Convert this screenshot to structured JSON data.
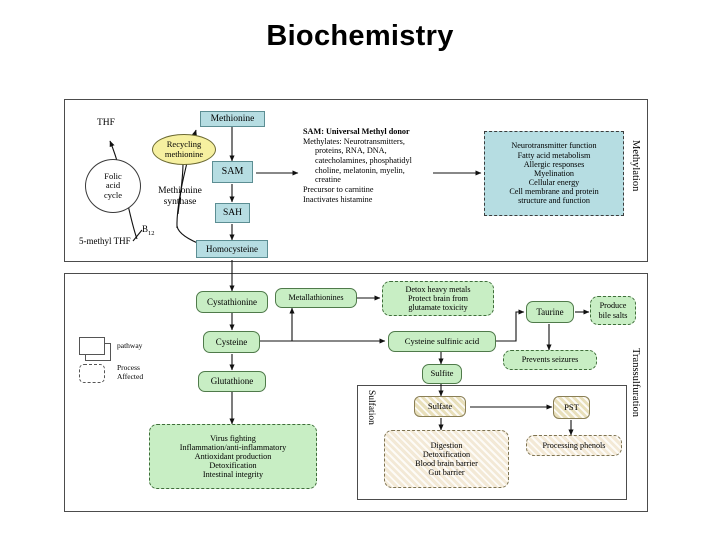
{
  "slide": {
    "title": "Biochemistry"
  },
  "colors": {
    "blue_node": "#b6dde2",
    "green_node": "#c8eec4",
    "tan_node": "#e8dfba",
    "yellow_node": "#f6f0a0",
    "panel_border": "#4c4c4c",
    "background": "#ffffff"
  },
  "legend": {
    "pathway_label": "pathway",
    "process_affected_label": "Process\nAffected",
    "process_affected_line1": "Process",
    "process_affected_line2": "Affected"
  },
  "sections": {
    "methylation_label": "Methylation",
    "transsulfuration_label": "Transsulfuration",
    "sulfation_label": "Sulfation"
  },
  "methylation": {
    "nodes": {
      "methionine": "Methionine",
      "sam": "SAM",
      "sah": "SAH",
      "homocysteine": "Homocysteine",
      "recycling_methionine_line1": "Recycling",
      "recycling_methionine_line2": "methionine",
      "folic_acid_cycle_line1": "Folic",
      "folic_acid_cycle_line2": "acid",
      "folic_acid_cycle_line3": "cycle"
    },
    "labels": {
      "thf": "THF",
      "five_methyl_thf": "5-methyl THF",
      "b12": "B",
      "b12_sub": "12",
      "methionine_synthase_line1": "Methionine",
      "methionine_synthase_line2": "synthase"
    },
    "sam_description": {
      "heading": "SAM: Universal Methyl donor",
      "lines": [
        "Methylates:  Neurotransmitters,",
        "proteins, RNA, DNA,",
        "catecholamines, phosphatidyl",
        "choline, melatonin, myelin,",
        "creatine",
        "Precursor to carnitine",
        "Inactivates histamine"
      ]
    },
    "methylation_effects": [
      "Neurotransmitter function",
      "Fatty acid metabolism",
      "Allergic responses",
      "Myelination",
      "Cellular energy",
      "Cell membrane and protein",
      "structure and function"
    ]
  },
  "transsulfuration": {
    "nodes": {
      "cystathionine": "Cystathionine",
      "cysteine": "Cysteine",
      "glutathione": "Glutathione",
      "metallathionines": "Metallathionines",
      "cysteine_sulfinic_acid": "Cysteine sulfinic acid",
      "taurine": "Taurine",
      "sulfite": "Sulfite",
      "sulfate": "Sulfate",
      "pst": "PST"
    },
    "effects": {
      "detox_heavy_metals": [
        "Detox heavy metals",
        "Protect brain from",
        "glutamate toxicity"
      ],
      "produce_bile_salts": [
        "Produce",
        "bile salts"
      ],
      "prevents_seizures": [
        "Prevents seizures"
      ],
      "glutathione_effects": [
        "Virus fighting",
        "Inflammation/anti-inflammatory",
        "Antioxidant production",
        "Detoxification",
        "Intestinal integrity"
      ],
      "sulfate_effects": [
        "Digestion",
        "Detoxification",
        "Blood brain barrier",
        "Gut barrier"
      ],
      "processing_phenols": [
        "Processing phenols"
      ]
    }
  }
}
